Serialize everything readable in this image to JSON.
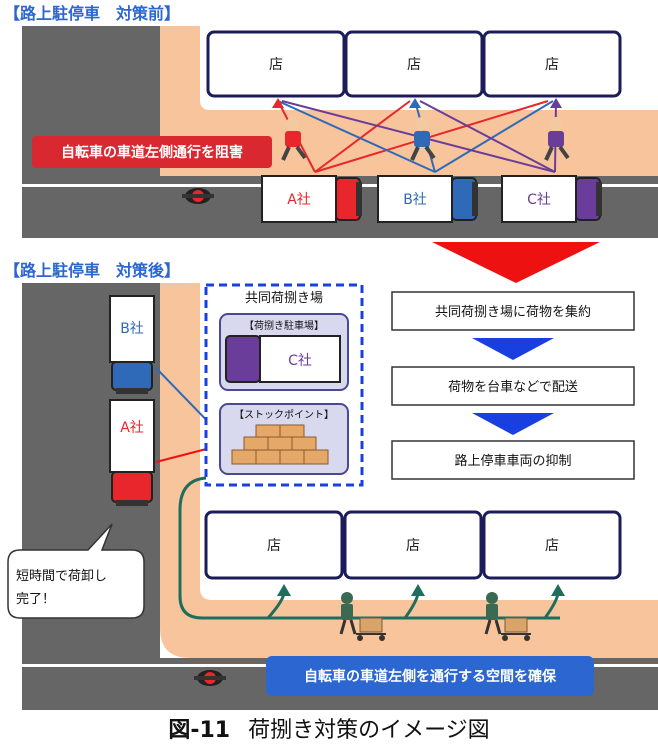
{
  "before": {
    "title": "【路上駐停車　対策前】",
    "shops": [
      "店",
      "店",
      "店"
    ],
    "warning": "自転車の車道左側通行を阻害",
    "trucks": [
      "A社",
      "B社",
      "C社"
    ]
  },
  "after": {
    "title": "【路上駐停車　対策後】",
    "trucks": [
      "B社",
      "A社"
    ],
    "facility_title": "共同荷捌き場",
    "parking_label": "【荷捌き駐車場】",
    "parking_truck": "C社",
    "stock_label": "【ストックポイント】",
    "steps": [
      "共同荷捌き場に荷物を集約",
      "荷物を台車などで配送",
      "路上停車車両の抑制"
    ],
    "speech": [
      "短時間で荷卸し",
      "完了！"
    ],
    "shops": [
      "店",
      "店",
      "店"
    ],
    "result": "自転車の車道左側を通行する空間を確保"
  },
  "caption": {
    "number": "図-11",
    "text": "荷捌き対策のイメージ図"
  },
  "colors": {
    "road": "#666666",
    "sidewalk": "#f7c49c",
    "company_a": "#e8262b",
    "company_b": "#2f6ab8",
    "company_c": "#6a3d9a",
    "warning_bg": "#d9282f",
    "result_bg": "#2c66d0",
    "arrow_blue": "#1a3fe0",
    "arrow_red": "#ee1111",
    "route": "#1f6e5c",
    "facility_border": "#1a3fe0"
  }
}
